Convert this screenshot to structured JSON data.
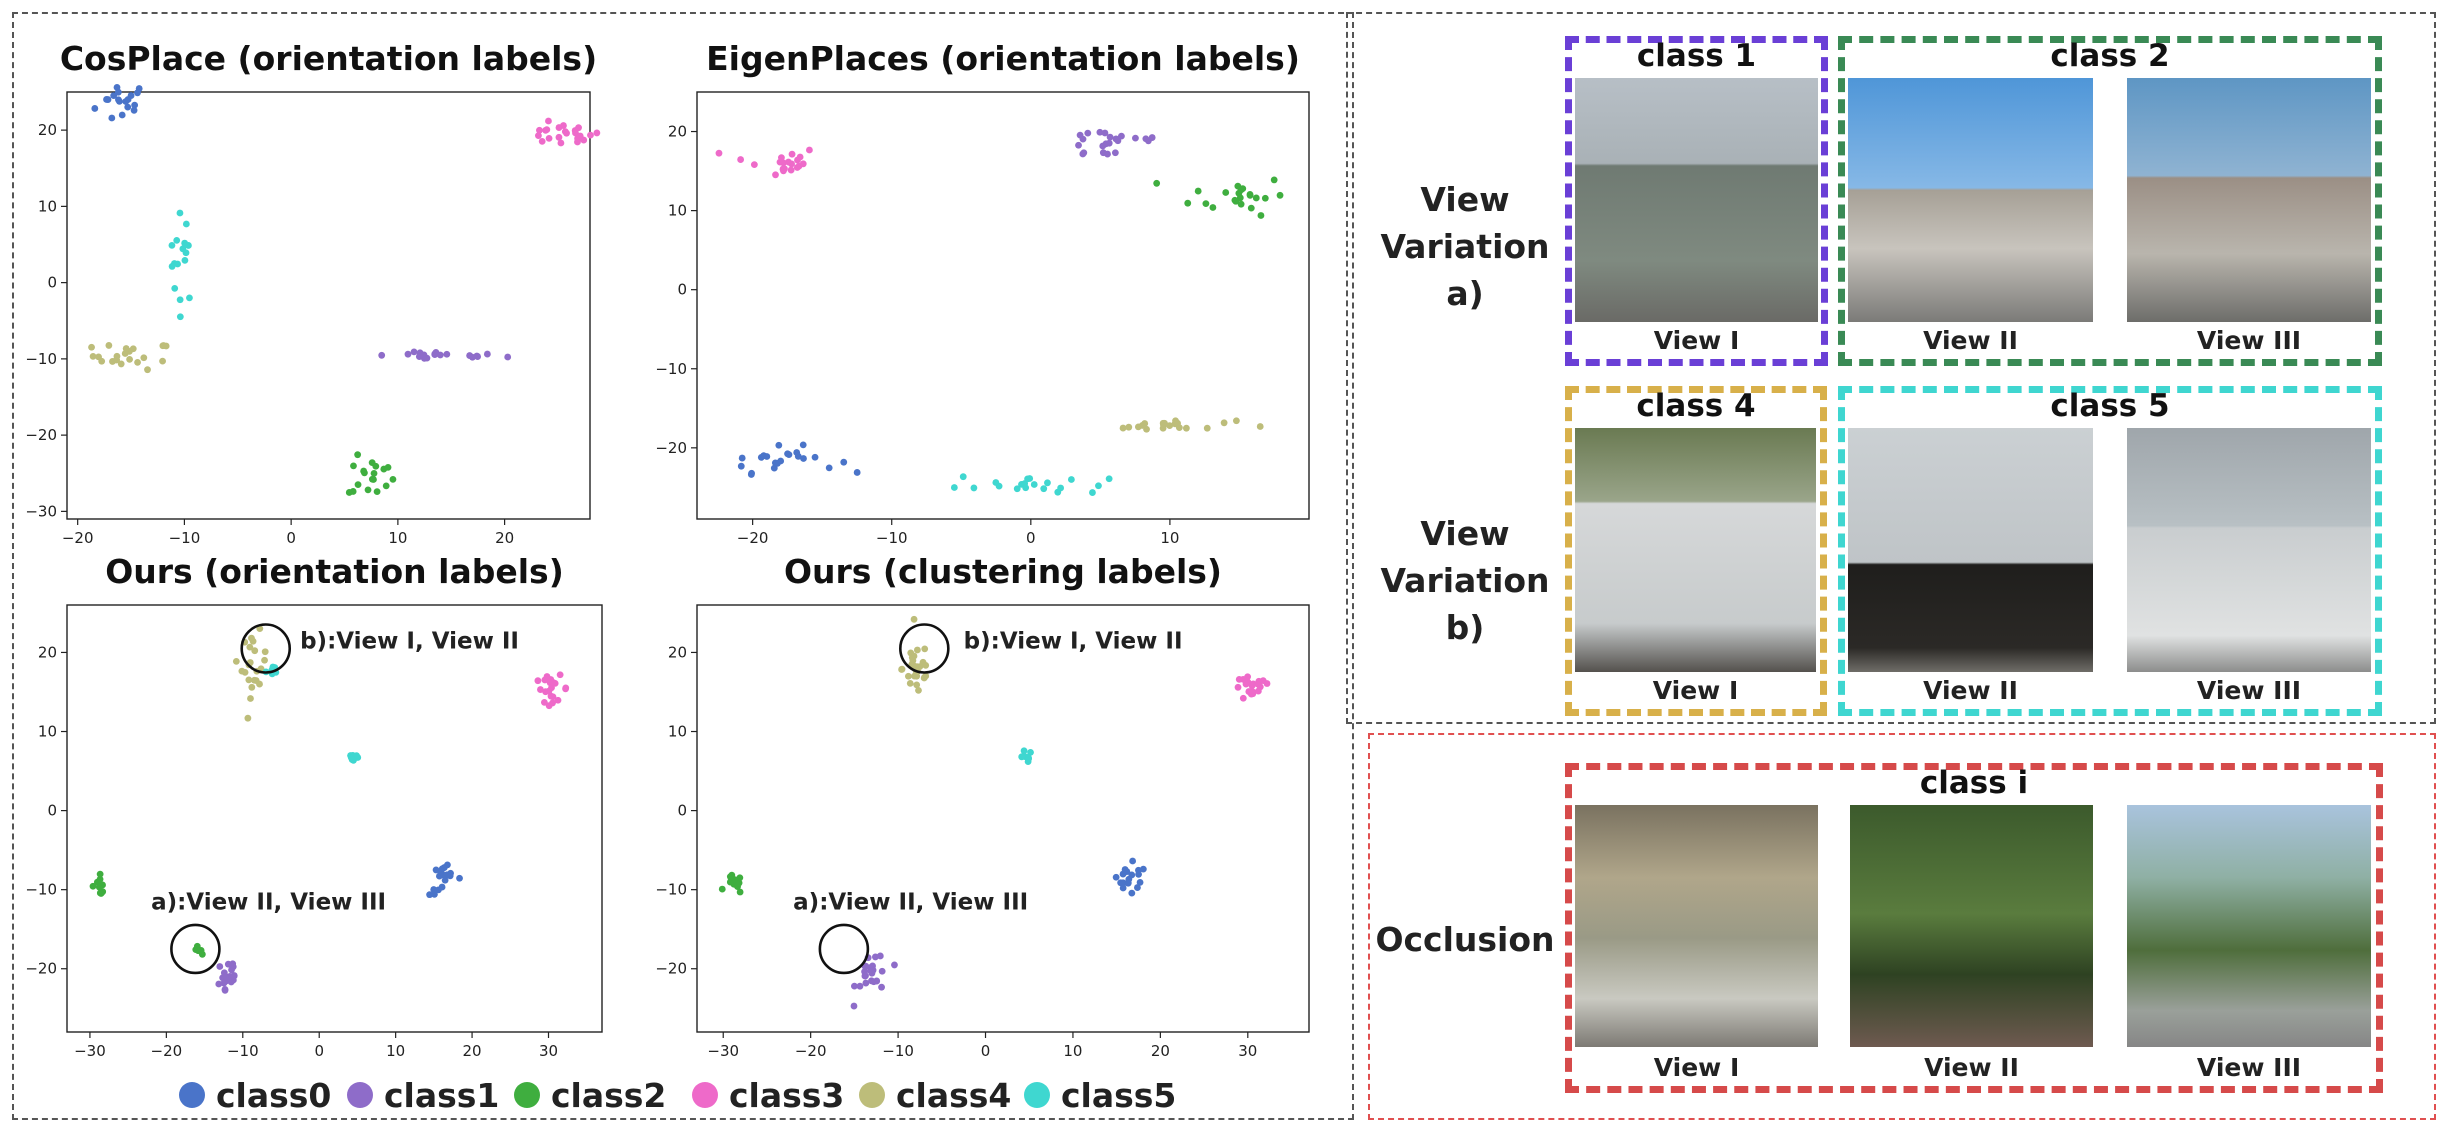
{
  "figure": {
    "left_panel": {
      "plots": [
        {
          "title": "CosPlace (orientation labels)"
        },
        {
          "title": "EigenPlaces (orientation labels)"
        },
        {
          "title": "Ours (orientation labels)"
        },
        {
          "title": "Ours (clustering labels)"
        }
      ],
      "annotations": {
        "b_label": "b):View I, View II",
        "a_label": "a):View II, View III"
      },
      "legend": [
        {
          "label": "class0",
          "color": "#4a74c9"
        },
        {
          "label": "class1",
          "color": "#8e6cc9"
        },
        {
          "label": "class2",
          "color": "#3fae3f"
        },
        {
          "label": "class3",
          "color": "#ee6ac9"
        },
        {
          "label": "class4",
          "color": "#bdbd7a"
        },
        {
          "label": "class5",
          "color": "#3fd7d0"
        }
      ]
    },
    "right_panel": {
      "rows": [
        {
          "side_label": [
            "View",
            "Variation",
            "a)"
          ],
          "groups": [
            {
              "title": "class 1",
              "border_color": "#6a3fd6",
              "views": [
                "View I"
              ]
            },
            {
              "title": "class 2",
              "border_color": "#3a8a55",
              "views": [
                "View II",
                "View III"
              ]
            }
          ]
        },
        {
          "side_label": [
            "View",
            "Variation",
            "b)"
          ],
          "groups": [
            {
              "title": "class 4",
              "border_color": "#d8b04a",
              "views": [
                "View I"
              ]
            },
            {
              "title": "class 5",
              "border_color": "#3fd6d0",
              "views": [
                "View  II",
                "View  III"
              ]
            }
          ]
        },
        {
          "side_label": [
            "Occlusion"
          ],
          "groups": [
            {
              "title": "class i",
              "border_color": "#d64a4a",
              "views": [
                "View I",
                "View II",
                "View III"
              ]
            }
          ]
        }
      ]
    }
  },
  "chart_data": [
    {
      "type": "scatter",
      "title": "CosPlace (orientation labels)",
      "xlim": [
        -21,
        28
      ],
      "ylim": [
        -31,
        25
      ],
      "xticks": [
        -20,
        -10,
        0,
        10,
        20
      ],
      "yticks": [
        -30,
        -20,
        -10,
        0,
        10,
        20
      ],
      "clusters": [
        {
          "class": "class0",
          "center": [
            -15.8,
            23.6
          ],
          "spread": [
            2.8,
            3.2
          ],
          "n": 18
        },
        {
          "class": "class5",
          "center": [
            -10.2,
            3.2
          ],
          "spread": [
            1.3,
            6.5
          ],
          "n": 16
        },
        {
          "class": "class4",
          "center": [
            -14.8,
            -9.6
          ],
          "spread": [
            4.2,
            2.0
          ],
          "n": 22
        },
        {
          "class": "class3",
          "center": [
            25.3,
            19.4
          ],
          "spread": [
            4.2,
            1.6
          ],
          "n": 22
        },
        {
          "class": "class1",
          "center": [
            13.8,
            -9.6
          ],
          "spread": [
            6.8,
            0.6
          ],
          "n": 20
        },
        {
          "class": "class2",
          "center": [
            7.5,
            -25.5
          ],
          "spread": [
            2.4,
            3.0
          ],
          "n": 18
        }
      ]
    },
    {
      "type": "scatter",
      "title": "EigenPlaces (orientation labels)",
      "xlim": [
        -24,
        20
      ],
      "ylim": [
        -29,
        25
      ],
      "xticks": [
        -20,
        -10,
        0,
        10
      ],
      "yticks": [
        -20,
        -10,
        0,
        10,
        20
      ],
      "clusters": [
        {
          "class": "class3",
          "center": [
            -18.5,
            16.2
          ],
          "spread": [
            3.8,
            2.2
          ],
          "n": 20
        },
        {
          "class": "class1",
          "center": [
            5.8,
            18.6
          ],
          "spread": [
            5.0,
            2.6
          ],
          "n": 22
        },
        {
          "class": "class2",
          "center": [
            15.0,
            12.0
          ],
          "spread": [
            3.8,
            2.8
          ],
          "n": 22
        },
        {
          "class": "class0",
          "center": [
            -18.0,
            -21.5
          ],
          "spread": [
            4.5,
            1.8
          ],
          "n": 22
        },
        {
          "class": "class5",
          "center": [
            0.0,
            -24.5
          ],
          "spread": [
            6.0,
            1.6
          ],
          "n": 20
        },
        {
          "class": "class4",
          "center": [
            10.0,
            -17.2
          ],
          "spread": [
            5.2,
            0.8
          ],
          "n": 20
        }
      ]
    },
    {
      "type": "scatter",
      "title": "Ours (orientation labels)",
      "xlim": [
        -33,
        37
      ],
      "ylim": [
        -28,
        26
      ],
      "xticks": [
        -30,
        -20,
        -10,
        0,
        10,
        20,
        30
      ],
      "yticks": [
        -20,
        -10,
        0,
        10,
        20
      ],
      "clusters": [
        {
          "class": "class4",
          "center": [
            -8.5,
            18.4
          ],
          "spread": [
            1.8,
            4.4
          ],
          "n": 22
        },
        {
          "class": "class5",
          "center": [
            -6.3,
            17.6
          ],
          "spread": [
            1.4,
            1.6
          ],
          "n": 6
        },
        {
          "class": "class5",
          "center": [
            4.5,
            6.8
          ],
          "spread": [
            0.9,
            0.8
          ],
          "n": 8
        },
        {
          "class": "class3",
          "center": [
            30.5,
            15.4
          ],
          "spread": [
            2.4,
            1.8
          ],
          "n": 20
        },
        {
          "class": "class2",
          "center": [
            -28.8,
            -9.4
          ],
          "spread": [
            1.1,
            1.3
          ],
          "n": 12
        },
        {
          "class": "class2",
          "center": [
            -16.2,
            -17.6
          ],
          "spread": [
            0.9,
            0.5
          ],
          "n": 5
        },
        {
          "class": "class0",
          "center": [
            16.5,
            -8.8
          ],
          "spread": [
            2.3,
            2.2
          ],
          "n": 18
        },
        {
          "class": "class1",
          "center": [
            -12.0,
            -21.0
          ],
          "spread": [
            1.6,
            3.4
          ],
          "n": 20
        }
      ],
      "annotations": [
        {
          "text": "b):View I, View II",
          "circle": [
            -7.0,
            20.5
          ],
          "label_at": [
            -2.5,
            21.5
          ]
        },
        {
          "text": "a):View II, View III",
          "circle": [
            -16.2,
            -17.5
          ],
          "label_at": [
            -22.0,
            -11.5
          ]
        }
      ]
    },
    {
      "type": "scatter",
      "title": "Ours (clustering labels)",
      "xlim": [
        -33,
        37
      ],
      "ylim": [
        -28,
        26
      ],
      "xticks": [
        -30,
        -20,
        -10,
        0,
        10,
        20,
        30
      ],
      "yticks": [
        -20,
        -10,
        0,
        10,
        20
      ],
      "clusters": [
        {
          "class": "class4",
          "center": [
            -7.8,
            18.0
          ],
          "spread": [
            1.9,
            4.2
          ],
          "n": 26
        },
        {
          "class": "class5",
          "center": [
            4.5,
            6.8
          ],
          "spread": [
            0.9,
            0.8
          ],
          "n": 8
        },
        {
          "class": "class3",
          "center": [
            30.5,
            15.4
          ],
          "spread": [
            2.4,
            1.8
          ],
          "n": 20
        },
        {
          "class": "class2",
          "center": [
            -28.8,
            -9.4
          ],
          "spread": [
            1.1,
            1.3
          ],
          "n": 12
        },
        {
          "class": "class0",
          "center": [
            16.5,
            -8.8
          ],
          "spread": [
            2.3,
            2.2
          ],
          "n": 18
        },
        {
          "class": "class1",
          "center": [
            -12.8,
            -20.6
          ],
          "spread": [
            2.2,
            3.6
          ],
          "n": 24
        }
      ],
      "annotations": [
        {
          "text": "b):View I, View II",
          "circle": [
            -7.0,
            20.5
          ],
          "label_at": [
            -2.5,
            21.5
          ]
        },
        {
          "text": "a):View II, View III",
          "circle": [
            -16.2,
            -17.5
          ],
          "label_at": [
            -22.0,
            -11.5
          ]
        }
      ]
    }
  ]
}
